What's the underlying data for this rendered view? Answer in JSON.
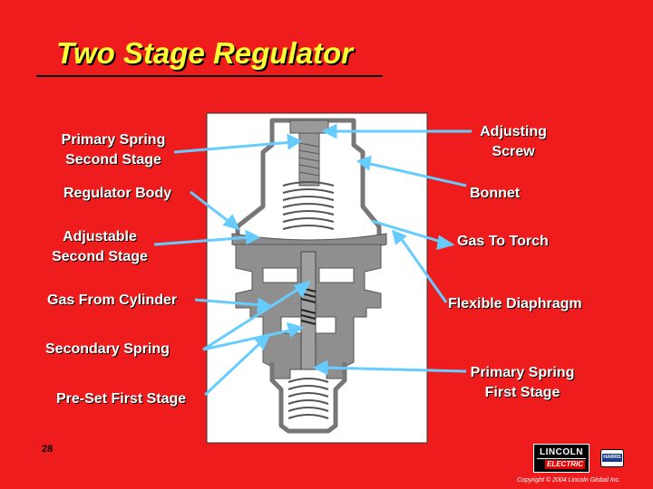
{
  "slide": {
    "title": "Two Stage Regulator",
    "page_number": "28",
    "copyright": "Copyright © 2004 Lincoln Global Inc."
  },
  "labels": {
    "primary_spring_second_stage": [
      "Primary Spring",
      "Second Stage"
    ],
    "regulator_body": "Regulator Body",
    "adjustable_second_stage": [
      "Adjustable",
      "Second Stage"
    ],
    "gas_from_cylinder": "Gas From Cylinder",
    "secondary_spring": "Secondary Spring",
    "preset_first_stage": "Pre-Set First Stage",
    "adjusting_screw": [
      "Adjusting",
      "Screw"
    ],
    "bonnet": "Bonnet",
    "gas_to_torch": "Gas To Torch",
    "flexible_diaphragm": "Flexible Diaphragm",
    "primary_spring_first_stage": [
      "Primary Spring",
      "First Stage"
    ]
  },
  "logos": {
    "lincoln_top": "LINCOLN",
    "lincoln_bottom": "ELECTRIC",
    "harris": "HARRIS"
  },
  "colors": {
    "background": "#ee1c1c",
    "title": "#ffff33",
    "arrow": "#66ccff"
  }
}
